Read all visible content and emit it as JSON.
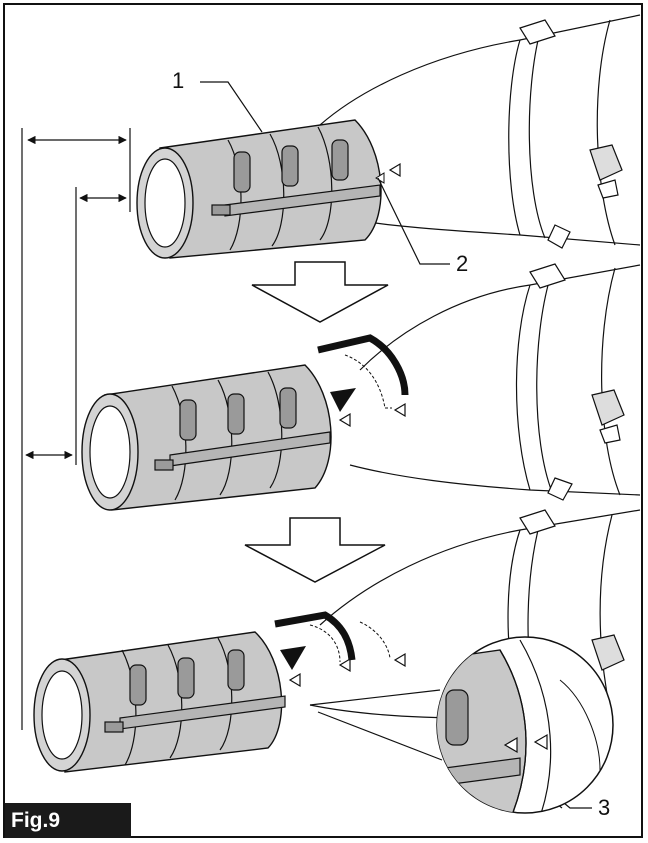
{
  "figure": {
    "label": "Fig.9",
    "callouts": [
      "1",
      "2",
      "3"
    ],
    "colors": {
      "line": "#111111",
      "nozzle_fill": "#c8c8c8",
      "nozzle_dark": "#9a9a9a",
      "background": "#ffffff"
    },
    "icons": [
      "double-arrow-icon",
      "down-arrow-icon",
      "rotation-arrow-icon",
      "triangle-mark-icon"
    ]
  }
}
